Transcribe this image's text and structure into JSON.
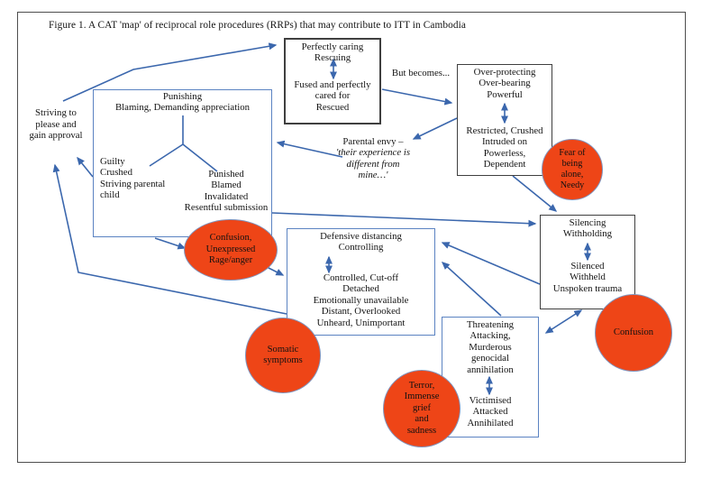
{
  "figure": {
    "title": "Figure 1. A CAT 'map' of reciprocal role procedures (RRPs) that may contribute to ITT in Cambodia"
  },
  "nodes": {
    "perfectly_caring": {
      "top": "Perfectly caring\nRescuing",
      "bottom": "Fused and perfectly\ncared for\nRescued"
    },
    "over_protecting": {
      "top": "Over-protecting\nOver-bearing\nPowerful",
      "bottom": "Restricted, Crushed\nIntruded on\nPowerless,\nDependent"
    },
    "punishing": {
      "title": "Punishing\nBlaming, Demanding appreciation",
      "left_list": "Guilty\nCrushed\nStriving parental\nchild",
      "right_list": "Punished\nBlamed\nInvalidated\nResentful submission"
    },
    "defensive": {
      "top": "Defensive distancing\nControlling",
      "bottom": "Controlled, Cut-off\nDetached\nEmotionally unavailable\nDistant, Overlooked\nUnheard, Unimportant"
    },
    "silencing": {
      "top": "Silencing\nWithholding",
      "bottom": "Silenced\nWithheld\nUnspoken trauma"
    },
    "threatening": {
      "top": "Threatening\nAttacking,\nMurderous\ngenocidal\nannihilation",
      "bottom": "Victimised\nAttacked\nAnnihilated"
    }
  },
  "labels": {
    "striving": "Striving to\nplease and\ngain approval",
    "but_becomes": "But becomes...",
    "parental_envy_head": "Parental envy –",
    "parental_envy_quote": "'their experience is\ndifferent from\nmine…'"
  },
  "circles": {
    "fear": "Fear of\nbeing\nalone,\nNeedy",
    "rage": "Confusion,\nUnexpressed\nRage/anger",
    "somatic": "Somatic\nsymptoms",
    "confusion": "Confusion",
    "terror": "Terror,\nImmense\ngrief\nand\nsadness"
  },
  "colors": {
    "connector_blue": "#3b67ad",
    "node_blue_border": "#5b83c2",
    "node_dark_border": "#3f3f3f",
    "circle_fill": "#ee4517"
  }
}
